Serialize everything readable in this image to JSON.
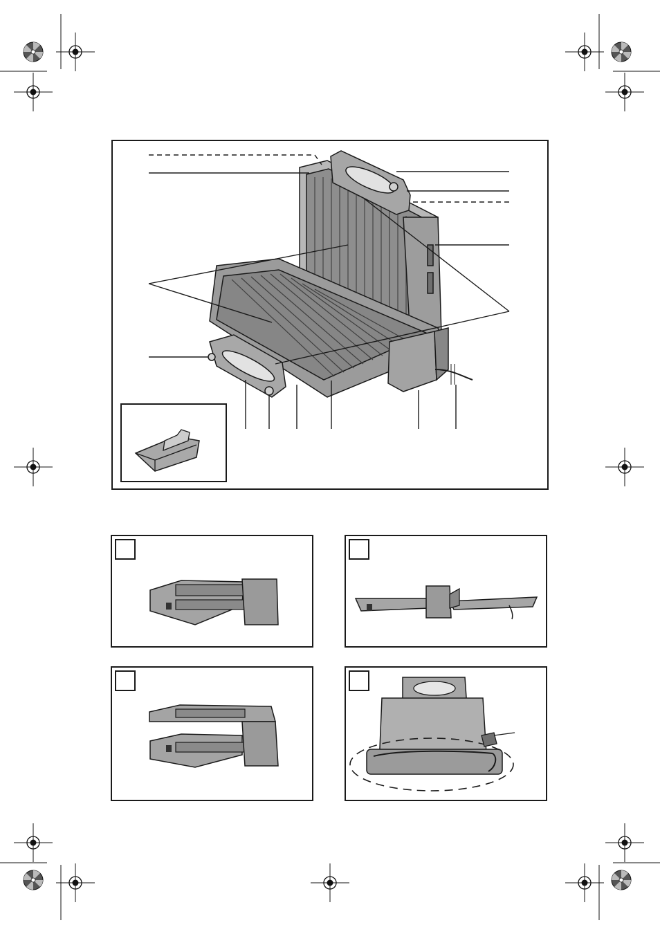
{
  "document": {
    "type": "appliance-manual-illustration-page",
    "subject": "contact grill",
    "colors": {
      "line": "#1a1a1a",
      "metal": "#9a9a9a",
      "metal_light": "#c4c4c4",
      "metal_dark": "#6f6f6f",
      "plate": "#8c8c8c"
    }
  },
  "main_figure": {
    "callout_count": 16,
    "inset": {
      "icon": "drip-tray-icon"
    }
  },
  "panels": [
    {
      "id": "panel-A",
      "label": ""
    },
    {
      "id": "panel-B",
      "label": ""
    },
    {
      "id": "panel-C",
      "label": ""
    },
    {
      "id": "panel-D",
      "label": ""
    }
  ],
  "print_marks": {
    "registration_mark_icon": "crosshair-registration-icon",
    "color_wheel_icon": "color-wheel-icon"
  }
}
